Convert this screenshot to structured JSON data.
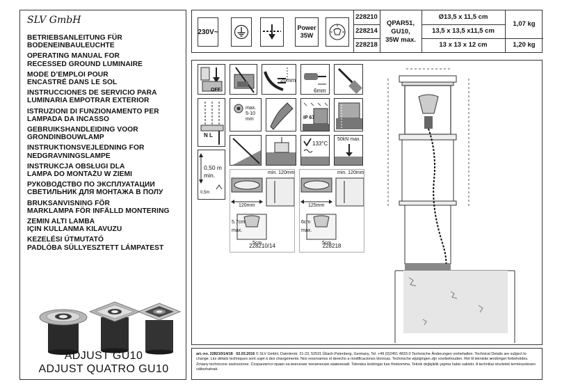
{
  "brand": "SLV GmbH",
  "titles": [
    [
      "BETRIEBSANLEITUNG FÜR",
      "BODENEINBAULEUCHTE"
    ],
    [
      "OPERATING MANUAL FOR",
      "RECESSED GROUND LUMINAIRE"
    ],
    [
      "MODE D’EMPLOI POUR",
      "ENCASTRÉ DANS LE SOL"
    ],
    [
      "INSTRUCCIONES DE SERVICIO PARA",
      "LUMINARIA EMPOTRAR EXTERIOR"
    ],
    [
      "ISTRUZIONI DI FUNZIONAMENTO PER",
      "LAMPADA DA INCASSO"
    ],
    [
      "GEBRUIKSHANDLEIDING VOOR",
      "GRONDINBOUWLAMP"
    ],
    [
      "INSTRUKTIONSVEJLEDNING FOR",
      "NEDGRAVNINGSLAMPE"
    ],
    [
      "INSTRUKCJA OBSŁUGI DLA",
      "LAMPA DO MONTAŻU W ZIEMI"
    ],
    [
      "РУКОВОДСТВО ПО ЭКСПЛУАТАЦИИ",
      "СВЕТИЛЬНИК ДЛЯ МОНТАЖА В ПОЛУ"
    ],
    [
      "BRUKSANVISNING FÖR",
      "MARKLAMPA FÖR INFÄLLD MONTERING"
    ],
    [
      "ZEMIN ALTI LAMBA",
      "IÇIN KULLANMA KILAVUZU"
    ],
    [
      "KEZELÉSI ÚTMUTATÓ",
      "PADLÓBA SÜLLYESZTETT LÁMPATEST"
    ]
  ],
  "product_names": [
    "ADJUST GU10",
    "ADJUST QUATRO GU10"
  ],
  "specs": {
    "voltage": "230V~",
    "power_label": "Power",
    "power_value": "35W",
    "art_numbers": [
      "228210",
      "228214",
      "228218"
    ],
    "lamp": [
      "QPAR51,",
      "GU10,",
      "35W max."
    ],
    "dimensions": [
      "Ø13,5 x 11,5 cm",
      "13,5 x 13,5 x11,5 cm",
      "13 x 13 x 12 cm"
    ],
    "weights": [
      "1,07 kg",
      "1,20 kg"
    ]
  },
  "diagram_labels": {
    "off": "OFF",
    "strip_length": "20mm",
    "wire_length": "6mm",
    "pe_n_l": "N L",
    "cable_range": "max. 5-10 mm",
    "ip_rating": "IP 67",
    "surface_temp": "133°C",
    "load": "50kN max.",
    "distance_value": "0,50 m",
    "distance_suffix": "min.",
    "distance_icon_label": "0,5m",
    "min_clearance_a": "min. 120mm",
    "width_a": "120mm",
    "min_clearance_b": "min. 120mm",
    "width_b": "125mm",
    "lamp_height_a": "5,7cm",
    "lamp_width_a": "5cm",
    "lamp_max_a": "max.",
    "lamp_height_b": "6cm",
    "lamp_width_b": "5cm",
    "lamp_max_b": "max.",
    "caption_a": "228210/14",
    "caption_b": "228218"
  },
  "footer": {
    "art_prefix": "art.-no. 228210/14/18",
    "date": "02.03.2016",
    "text": "© SLV GmbH, Daimlerstr. 21-23, 52531 Übach-Palenberg, Germany, Tel. +49 (0)2451 4833-0   Technische Änderungen vorbehalten. Technical Details are subject to change. Les détails techniques sont sujet à des changements. Nos reservamos el derecho a modificaciones técnicas. Technische wijzigingen zijn voorbehouden. Ret til tekniske ændringer forbeholdes. Zmiany techniczne zastrzeżone. Сохраняется право на внесение технических изменений. Tekniska ändringar kan förekomma. Teknik değişiklik yapma hakkı saklıdır. A technikai részletek természetesen változhatnak."
  }
}
